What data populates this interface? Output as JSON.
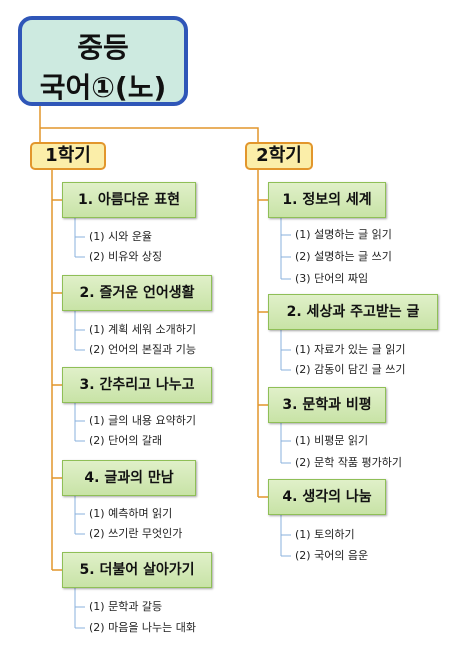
{
  "title": {
    "line1": "중등",
    "line2": "국어①(노)"
  },
  "semesters": [
    {
      "label": "1학기",
      "units": [
        {
          "title": "1. 아름다운 표현",
          "items": [
            "(1) 시와 운율",
            "(2) 비유와 상징"
          ]
        },
        {
          "title": "2. 즐거운 언어생활",
          "items": [
            "(1) 계획 세워 소개하기",
            "(2) 언어의 본질과 기능"
          ]
        },
        {
          "title": "3. 간추리고 나누고",
          "items": [
            "(1) 글의 내용 요약하기",
            "(2) 단어의 갈래"
          ]
        },
        {
          "title": "4. 글과의 만남",
          "items": [
            "(1) 예측하며 읽기",
            "(2) 쓰기란 무엇인가"
          ]
        },
        {
          "title": "5. 더불어 살아가기",
          "items": [
            "(1) 문학과 갈등",
            "(2) 마음을 나누는 대화"
          ]
        }
      ]
    },
    {
      "label": "2학기",
      "units": [
        {
          "title": "1. 정보의 세계",
          "items": [
            "(1) 설명하는 글 읽기",
            "(2) 설명하는 글 쓰기",
            "(3) 단어의 짜임"
          ]
        },
        {
          "title": "2. 세상과 주고받는 글",
          "items": [
            "(1) 자료가 있는 글 읽기",
            "(2) 감동이 담긴 글 쓰기"
          ]
        },
        {
          "title": "3. 문학과 비평",
          "items": [
            "(1) 비평문 읽기",
            "(2) 문학 작품 평가하기"
          ]
        },
        {
          "title": "4. 생각의 나눔",
          "items": [
            "(1) 토의하기",
            "(2) 국어의 음운"
          ]
        }
      ]
    }
  ],
  "colors": {
    "title_border": "#2f56b8",
    "title_fill": "#cdeae0",
    "semester_border": "#e2962c",
    "semester_fill": "#fbeea9",
    "unit_border": "#8fbf57",
    "unit_fill": "#c8e3a6",
    "connector": "#e2962c",
    "item_connector": "#8ab0dc"
  }
}
